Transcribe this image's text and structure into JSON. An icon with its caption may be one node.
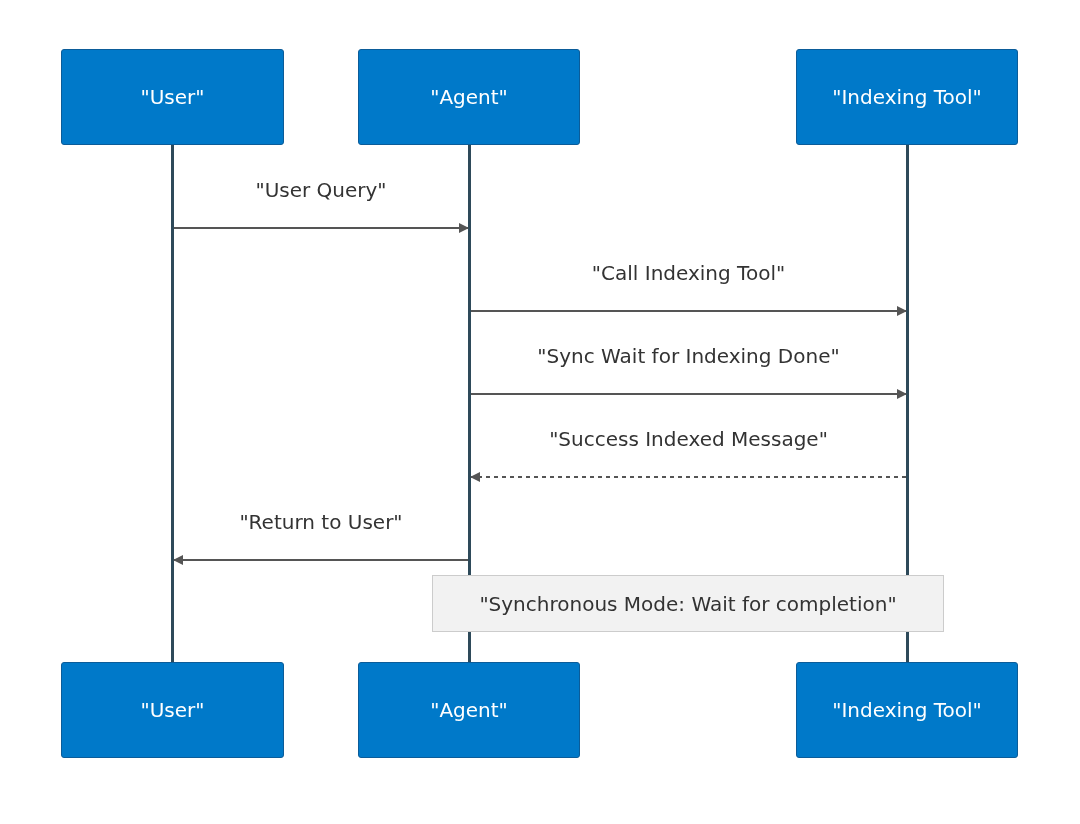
{
  "diagram": {
    "nodes": [
      {
        "text": [
          "\"User\""
        ]
      },
      {
        "text": [
          "\"Agent\""
        ]
      },
      {
        "text": [
          "\"Indexing Tool\""
        ]
      },
      {
        "text": [
          "\"User\""
        ]
      },
      {
        "text": [
          "\"Agent\""
        ]
      },
      {
        "text": [
          "\"Indexing Tool\""
        ]
      },
      {
        "text": [
          "\"Synchronous Mode: Wait for completion\""
        ]
      },
      {
        "text": [],
        "shape": "line"
      },
      {
        "text": [],
        "shape": "line"
      },
      {
        "text": [],
        "shape": "line"
      }
    ],
    "edges": [
      {
        "from": 7,
        "to": 8,
        "arrow": "to",
        "label": "\"User Query\""
      },
      {
        "from": 8,
        "to": 9,
        "arrow": "to",
        "label": "\"Call Indexing Tool\""
      },
      {
        "from": 8,
        "to": 9,
        "arrow": "to",
        "label": "\"Sync Wait for Indexing Done\""
      },
      {
        "from": 9,
        "to": 8,
        "arrow": "to",
        "label": "\"Success Indexed Message\"",
        "style": "dashed"
      },
      {
        "from": 8,
        "to": 7,
        "arrow": "to",
        "label": "\"Return to User\""
      }
    ]
  }
}
